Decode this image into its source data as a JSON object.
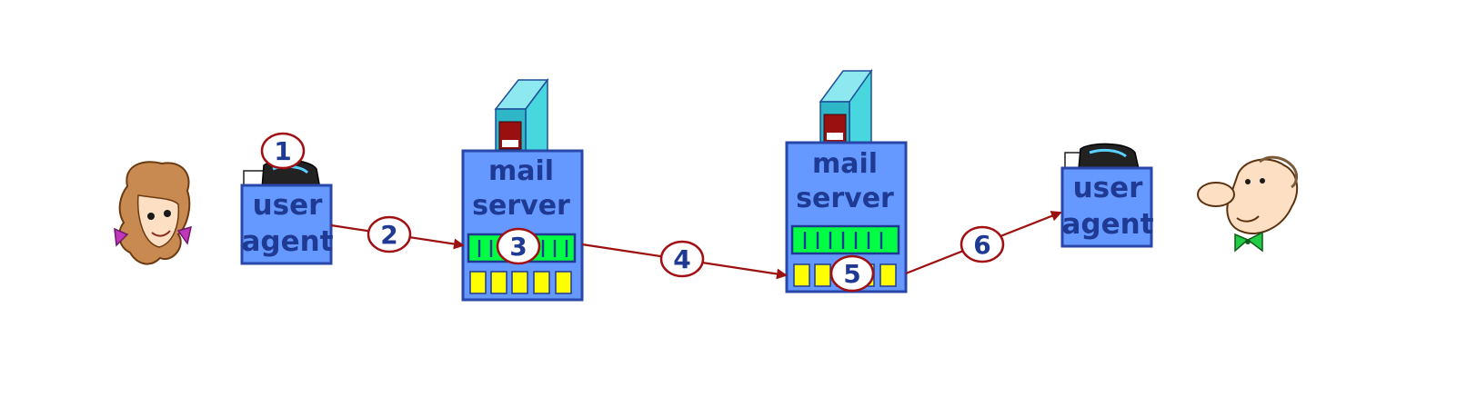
{
  "diagram": {
    "nodes": {
      "sender_agent": {
        "line1": "user",
        "line2": "agent"
      },
      "sender_server": {
        "line1": "mail",
        "line2": "server"
      },
      "receiver_server": {
        "line1": "mail",
        "line2": "server"
      },
      "receiver_agent": {
        "line1": "user",
        "line2": "agent"
      }
    },
    "steps": [
      "1",
      "2",
      "3",
      "4",
      "5",
      "6"
    ],
    "colors": {
      "box_fill": "#6699ff",
      "box_border": "#2947a8",
      "label_text": "#1f3a93",
      "arrow": "#9c1010",
      "step_ring": "#a10f12",
      "queue_bar": "#00ff44",
      "message_slot": "#ffff00",
      "server_tower": "#2fb7c8"
    },
    "icons": [
      "woman-icon",
      "man-icon",
      "computer-icon",
      "server-tower-icon"
    ]
  }
}
